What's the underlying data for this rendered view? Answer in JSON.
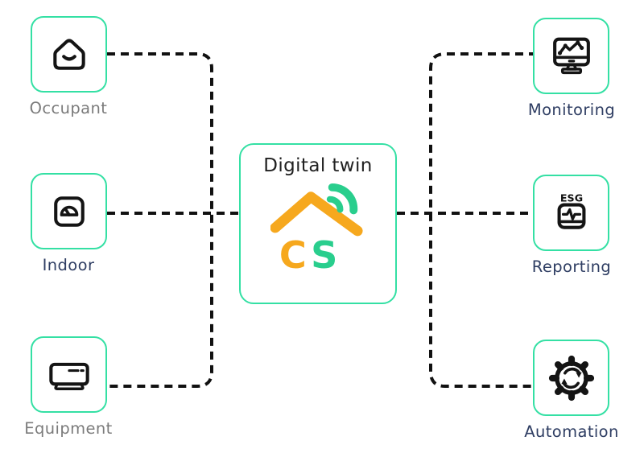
{
  "diagram": {
    "center": {
      "title": "Digital twin",
      "logo_c": "C",
      "logo_s": "S"
    },
    "left_nodes": [
      {
        "label": "Occupant",
        "icon": "house-smile-icon"
      },
      {
        "label": "Indoor",
        "icon": "scale-gauge-icon"
      },
      {
        "label": "Equipment",
        "icon": "air-conditioner-icon"
      }
    ],
    "right_nodes": [
      {
        "label": "Monitoring",
        "icon": "monitor-chart-icon"
      },
      {
        "label": "Reporting",
        "icon": "esg-report-icon",
        "badge": "ESG"
      },
      {
        "label": "Automation",
        "icon": "gear-sync-icon"
      }
    ],
    "colors": {
      "box_border": "#34e0a4",
      "connector": "#111111",
      "label_navy": "#2f3e63",
      "label_gray": "#7b7b7b",
      "logo_orange": "#f6a81e",
      "logo_green": "#29ce8d",
      "title_text": "#212121"
    }
  }
}
